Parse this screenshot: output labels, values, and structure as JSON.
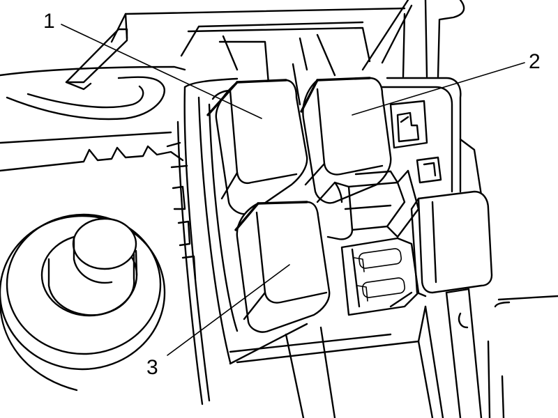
{
  "callouts": [
    {
      "id": "relay-1",
      "label": "1"
    },
    {
      "id": "relay-2",
      "label": "2"
    },
    {
      "id": "relay-3",
      "label": "3"
    }
  ]
}
